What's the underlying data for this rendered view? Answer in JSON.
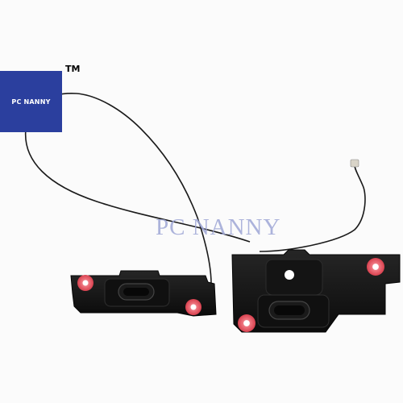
{
  "brand": {
    "logo_text": "PC NANNY",
    "trademark": "TM",
    "watermark": "PC NANNY",
    "logo_color": "#2b3f9e",
    "watermark_color": "#9fa7d6"
  },
  "photo": {
    "subject_colors": {
      "plastic": "#121212",
      "grommet": "#e8535f",
      "cable": "#1a1a1a"
    }
  }
}
